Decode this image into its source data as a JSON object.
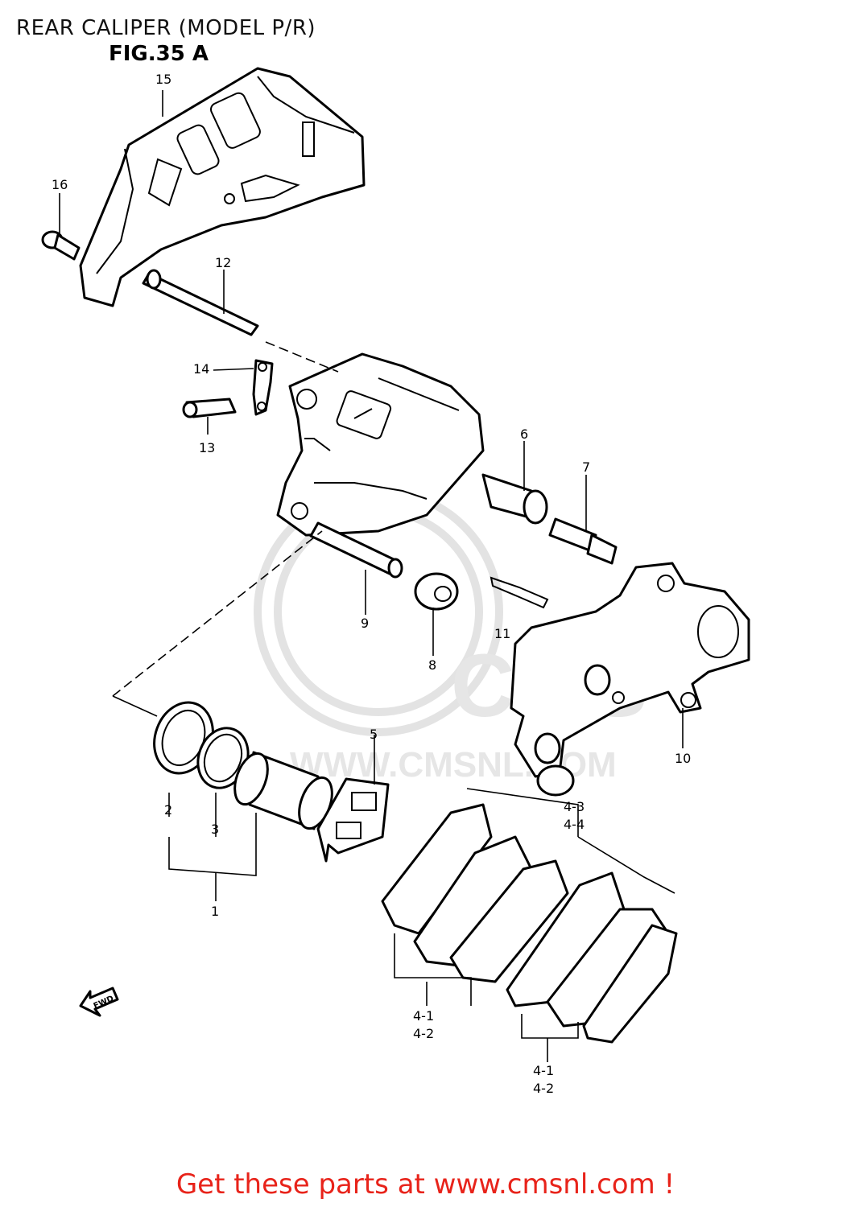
{
  "header": {
    "title": "REAR CALIPER (MODEL P/R)",
    "figure": "FIG.35 A"
  },
  "parts": {
    "p15": "15",
    "p16": "16",
    "p12": "12",
    "p14": "14",
    "p13": "13",
    "p6": "6",
    "p7": "7",
    "p9": "9",
    "p8": "8",
    "p11": "11",
    "p10": "10",
    "p5": "5",
    "p2": "2",
    "p3": "3",
    "p1": "1",
    "p4_3": "4-3",
    "p4_4": "4-4",
    "p4_1a": "4-1",
    "p4_2a": "4-2",
    "p4_1b": "4-1",
    "p4_2b": "4-2"
  },
  "arrow": {
    "label": "FWD"
  },
  "watermark": {
    "brand": "CMS",
    "url": "WWW.CMSNL.COM"
  },
  "footer": {
    "text": "Get these parts at www.cmsnl.com !"
  },
  "colors": {
    "footer": "#e8231a",
    "watermark": "#e3e3e3"
  }
}
